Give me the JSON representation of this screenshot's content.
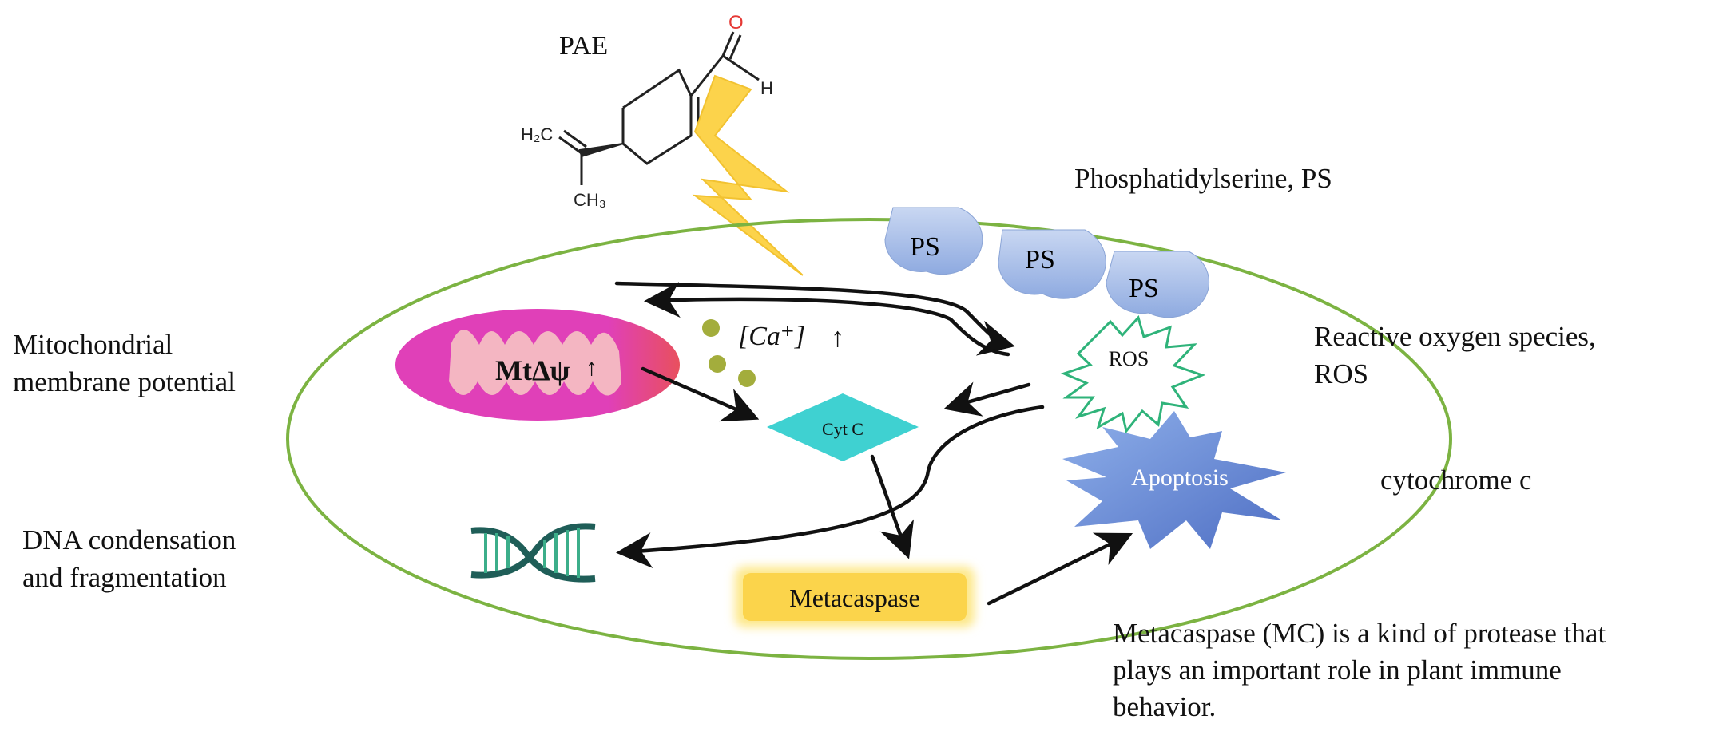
{
  "title": "",
  "molecule": {
    "name": "PAE",
    "atoms": {
      "oxygen": "O",
      "hydrogen": "H",
      "methylene": "H₂C",
      "methyl": "CH₃"
    }
  },
  "cell": {
    "ps_label": "PS",
    "mito_label": "MtΔψ",
    "mito_arrow": "↑",
    "calcium_label": "[Ca⁺]",
    "calcium_arrow": "↑",
    "ros_label": "ROS",
    "cytc_label": "Cyt C",
    "apoptosis_label": "Apoptosis",
    "metacaspase_label": "Metacaspase"
  },
  "annotations": {
    "ps": "Phosphatidylserine, PS",
    "mito": "Mitochondrial\nmembrane potential",
    "ros": "Reactive oxygen species,\nROS",
    "cytc": "cytochrome c",
    "dna": "DNA condensation\nand fragmentation",
    "mc": "Metacaspase (MC) is a kind of protease that\nplays an important role in plant immune\nbehavior."
  },
  "colors": {
    "membrane": "#7cb342",
    "mito_outer": "#e040b8",
    "mito_inner": "#f4b6c2",
    "ps": "#a9c0e8",
    "calcium": "#a3ad3c",
    "ros_stroke": "#2fb37a",
    "cytc": "#3fd1d1",
    "apoptosis": "#6f90d8",
    "metacaspase": "#fbd44b",
    "dna": "#1f5e58",
    "dna_rungs": "#3cae8a",
    "lightning": "#fcd34b",
    "oxygen": "#e53935"
  },
  "icons": [
    "lightning-icon",
    "dna-helix-icon",
    "mitochondrion-icon"
  ]
}
